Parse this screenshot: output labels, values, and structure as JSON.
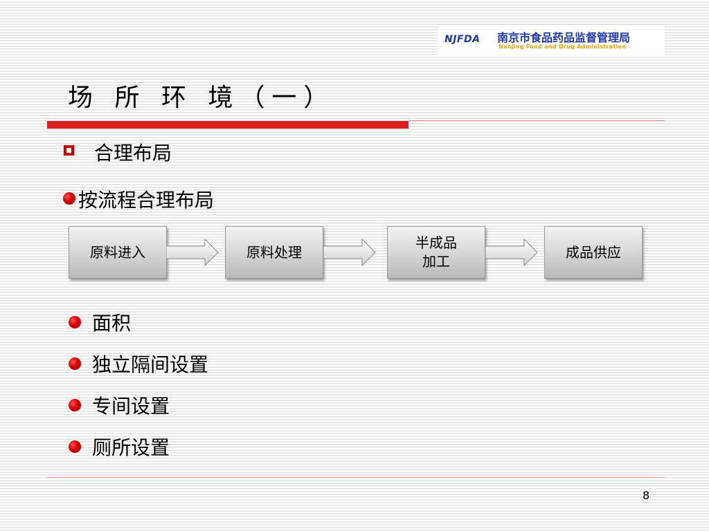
{
  "logo": {
    "abbr": "NJFDA",
    "name_cn": "南京市食品药品监督管理局",
    "name_en": "Nanjing Food and Drug Administration"
  },
  "slide": {
    "title": "场 所 环 境（一）",
    "heading": "合理布局",
    "subheading": "按流程合理布局",
    "flow": [
      {
        "label": "原料进入"
      },
      {
        "label": "原料处理"
      },
      {
        "label": "半成品\n加工"
      },
      {
        "label": "成品供应"
      }
    ],
    "bullets": [
      {
        "label": "面积"
      },
      {
        "label": "独立隔间设置"
      },
      {
        "label": "专间设置"
      },
      {
        "label": "厕所设置"
      }
    ],
    "page_number": "8"
  },
  "colors": {
    "accent_red": "#d91f1f",
    "logo_blue": "#1f3aa8",
    "logo_gold": "#e0a200"
  },
  "icons": {
    "heading_bullet": "hollow-square-bullet-icon",
    "list_bullet": "red-dot-bullet-icon",
    "flow_arrow": "right-arrow-icon"
  }
}
